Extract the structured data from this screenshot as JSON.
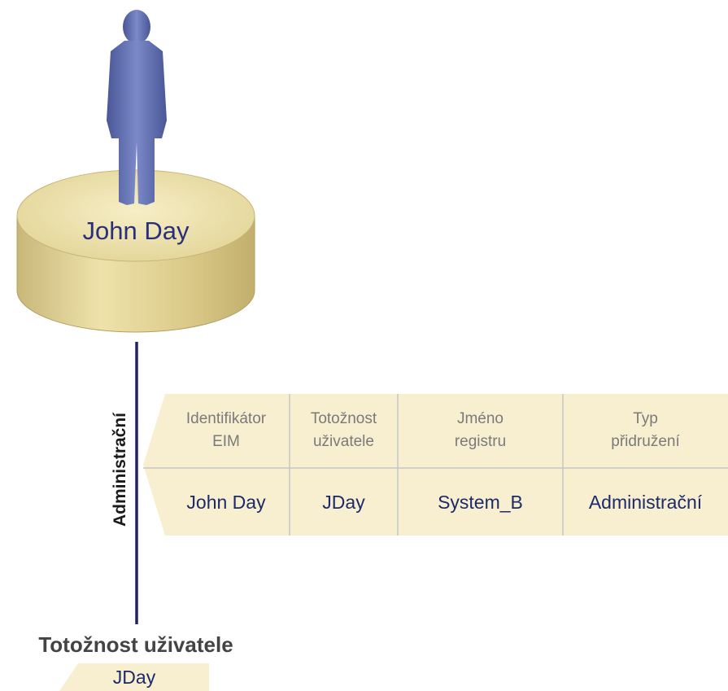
{
  "identifier": {
    "name": "John Day"
  },
  "association_line": {
    "label": "Administrační"
  },
  "table": {
    "headers": [
      "Identifikátor\nEIM",
      "Totožnost\nuživatele",
      "Jméno\nregistru",
      "Typ\npřidružení"
    ],
    "row": [
      "John Day",
      "JDay",
      "System_B",
      "Administrační"
    ]
  },
  "user_identity": {
    "title": "Totožnost uživatele",
    "value": "JDay"
  },
  "colors": {
    "cylinder": "#e8dca0",
    "panel": "#f7efcf",
    "line": "#23235f",
    "person": "#6472b8"
  }
}
